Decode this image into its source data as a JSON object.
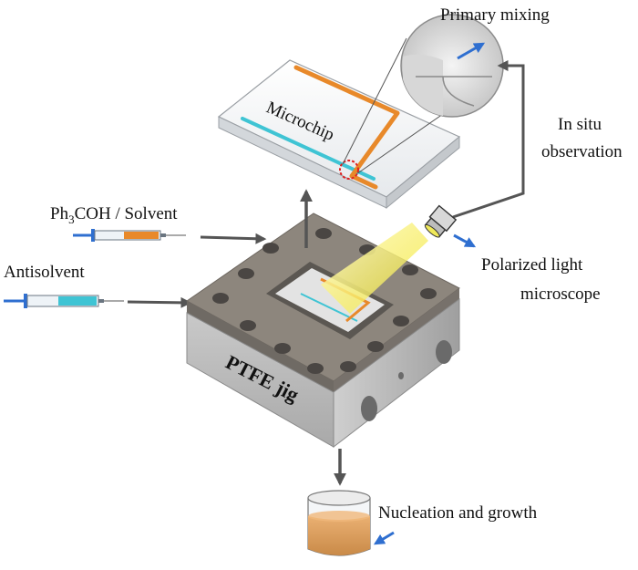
{
  "labels": {
    "primary_mixing": "Primary mixing",
    "microchip": "Microchip",
    "in_situ_line1": "In situ",
    "in_situ_line2": "observation",
    "ph3coh_prefix": "Ph",
    "ph3coh_sub": "3",
    "ph3coh_suffix": "COH / Solvent",
    "antisolvent": "Antisolvent",
    "polarized_line1": "Polarized light",
    "polarized_line2": "microscope",
    "ptfe_jig": "PTFE jig",
    "nucleation": "Nucleation and growth"
  },
  "colors": {
    "orange_channel": "#e8892a",
    "cyan_channel": "#3fc4d4",
    "blue_arrow": "#2f6fd0",
    "jig_top": "#8d867d",
    "jig_side": "#bdbdbd",
    "dark_arrow": "#555555",
    "beaker_liquid": "#e3a35a",
    "highlight_ring": "#e02020"
  },
  "icons": {
    "syringe_top": "syringe-icon",
    "syringe_bottom": "syringe-icon",
    "microscope": "microscope-objective-icon",
    "beaker": "beaker-icon",
    "magnifier": "magnifier-circle-icon"
  }
}
